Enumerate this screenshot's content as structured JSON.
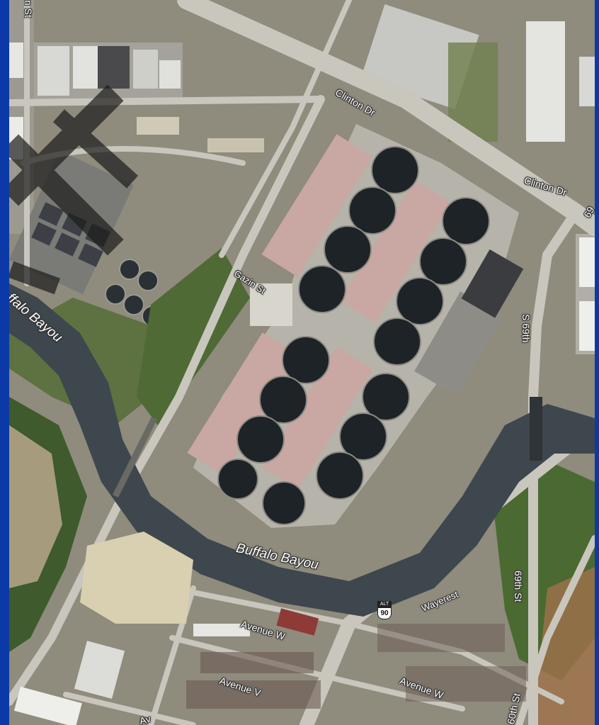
{
  "map": {
    "roads": {
      "clinton_dr_1": "Clinton Dr",
      "clinton_dr_2": "Clinton Dr",
      "gazin_st": "Gazin St",
      "s_69th": "S 69th",
      "n_st_edge": "n St",
      "route_69": "69",
      "wayerest": "Wayerest",
      "avenue_w_1": "Avenue W",
      "avenue_w_2": "Avenue W",
      "avenue_v": "Avenue V",
      "sixty_ninth_st": "69th St",
      "sixtieth_st": "60th St",
      "av_edge": "Av"
    },
    "water": {
      "buffalo_bayou_main": "Buffalo Bayou",
      "buffalo_bayou_left": "ffalo Bayou"
    },
    "shield": {
      "top": "ALT",
      "number": "90"
    },
    "colors": {
      "water": "#3f4a4f",
      "clarifier": "#1c2226",
      "land": "#8e8a7a",
      "vegetation": "#4f6a3a",
      "road": "#c9c7be"
    }
  }
}
